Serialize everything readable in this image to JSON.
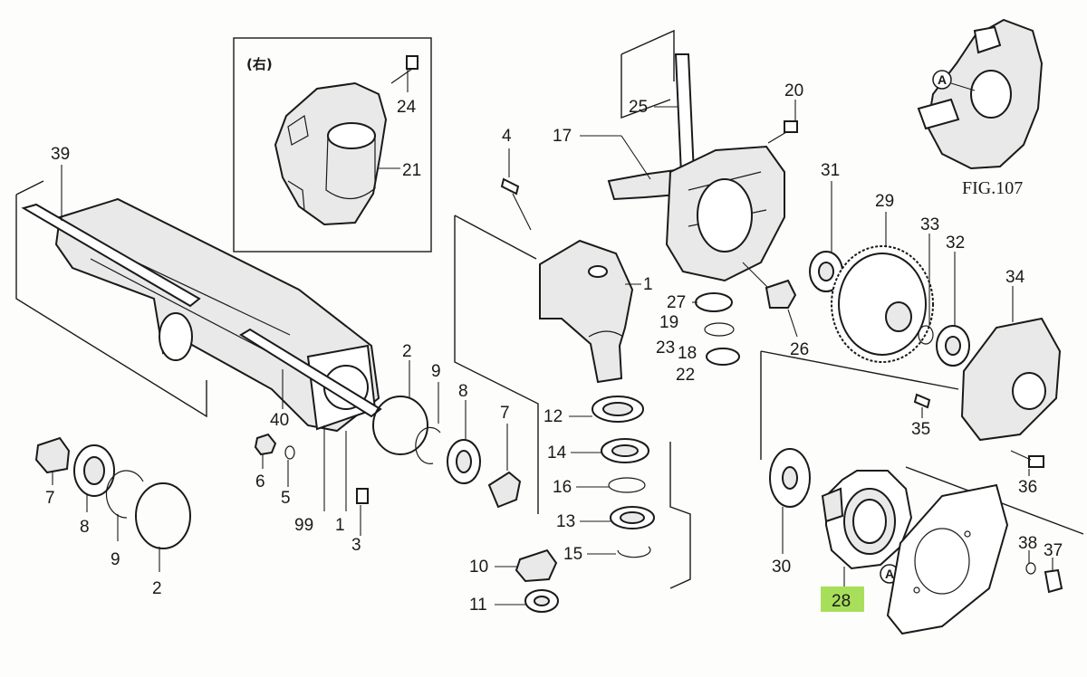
{
  "figure": {
    "caption": "FIG.107",
    "inset_label": "(右)",
    "ref_marker": "A",
    "highlight_color": "#a7df5a",
    "highlighted_part": "28"
  },
  "labels": {
    "p1a": "1",
    "p1b": "1",
    "p2a": "2",
    "p2b": "2",
    "p3": "3",
    "p4": "4",
    "p5": "5",
    "p6": "6",
    "p7a": "7",
    "p7b": "7",
    "p8a": "8",
    "p8b": "8",
    "p9a": "9",
    "p9b": "9",
    "p10": "10",
    "p11": "11",
    "p12": "12",
    "p13": "13",
    "p14": "14",
    "p15": "15",
    "p16": "16",
    "p17": "17",
    "p18": "18",
    "p19": "19",
    "p20": "20",
    "p21": "21",
    "p22": "22",
    "p23": "23",
    "p24": "24",
    "p25": "25",
    "p26": "26",
    "p27": "27",
    "p28": "28",
    "p29": "29",
    "p30": "30",
    "p31": "31",
    "p32": "32",
    "p33": "33",
    "p34": "34",
    "p35": "35",
    "p36": "36",
    "p37": "37",
    "p38": "38",
    "p39": "39",
    "p40": "40",
    "p99": "99"
  }
}
